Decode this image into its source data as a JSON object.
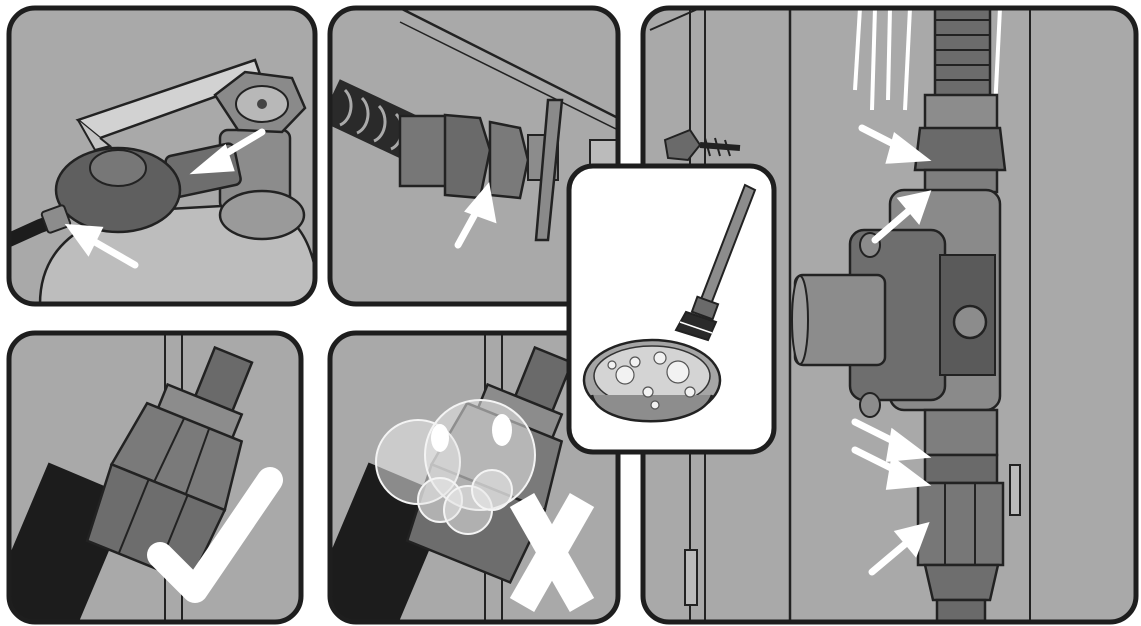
{
  "figure": {
    "panels": [
      {
        "id": "tank-regulator-connection",
        "arrows": 2
      },
      {
        "id": "hose-fitting-connection",
        "arrows": 1
      },
      {
        "id": "valve-inline-connection",
        "arrows": 5
      },
      {
        "id": "no-leak-result",
        "mark": "checkmark"
      },
      {
        "id": "leak-bubbles-result",
        "mark": "x-mark"
      }
    ],
    "inset": {
      "id": "soap-solution-brush",
      "items": [
        "brush-icon",
        "bowl-icon",
        "bubble-icon"
      ]
    },
    "colors": {
      "panel_bg": "#a9a9a9",
      "panel_border": "#1e1e1e",
      "metal_light": "#8c8c8c",
      "metal_dark": "#5f5f5f",
      "hose": "#1c1c1c",
      "arrow": "#ffffff",
      "bubble": "#e8e8e8"
    }
  }
}
